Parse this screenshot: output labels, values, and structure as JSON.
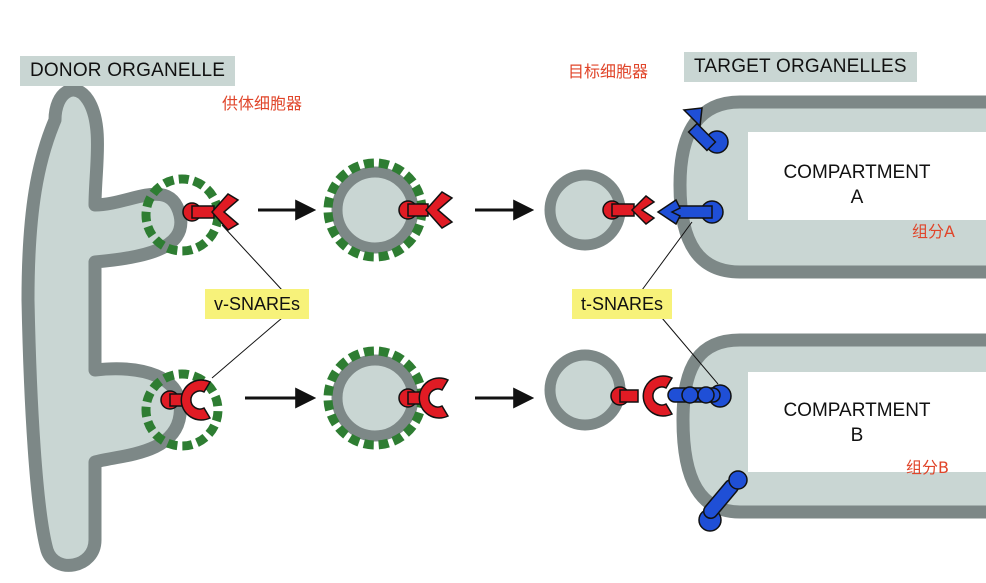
{
  "labels": {
    "donor": "DONOR ORGANELLE",
    "donor_cn": "供体细胞器",
    "target": "TARGET ORGANELLES",
    "target_cn": "目标细胞器",
    "v_snares": "v-SNAREs",
    "t_snares": "t-SNAREs",
    "compartment_a_line1": "COMPARTMENT",
    "compartment_a_line2": "A",
    "compartment_a_cn": "组分A",
    "compartment_b_line1": "COMPARTMENT",
    "compartment_b_line2": "B",
    "compartment_b_cn": "组分B"
  },
  "colors": {
    "membrane": "#7d8887",
    "lumen": "#c9d6d3",
    "coat": "#2e7d32",
    "v_snare": "#e01b24",
    "t_snare": "#1f4fd6",
    "label_bg": "#f7f27a"
  },
  "icons": [
    "arrow-right-icon",
    "v-snare-icon",
    "t-snare-icon",
    "coat-protein-icon"
  ]
}
